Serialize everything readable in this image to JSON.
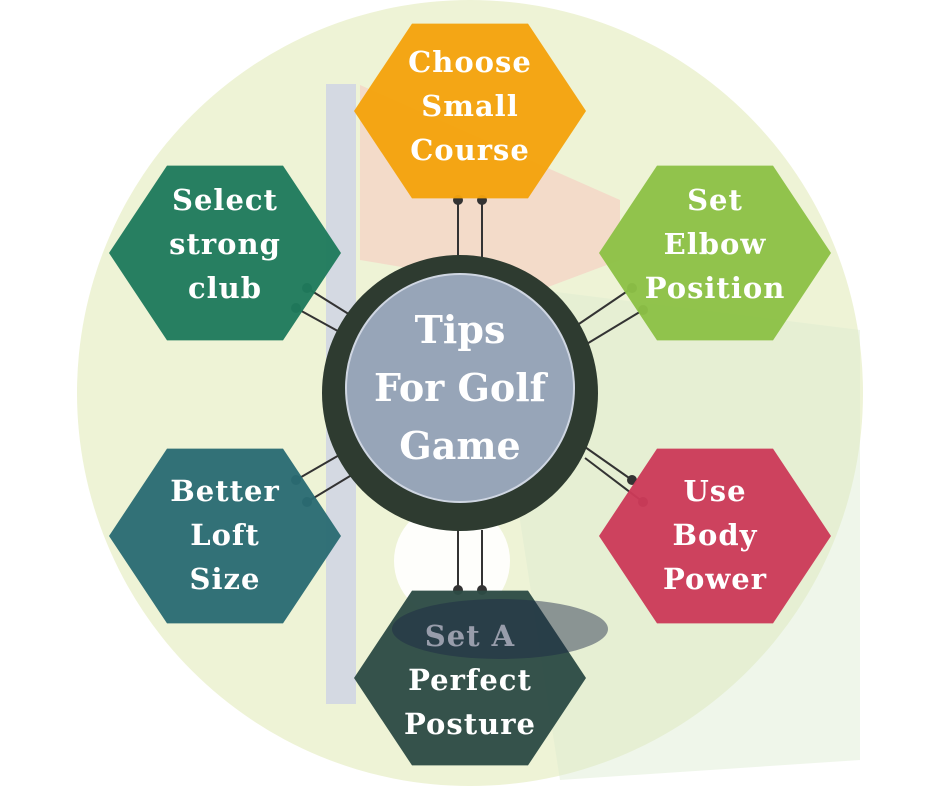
{
  "center": {
    "lines": [
      "Tips",
      "For Golf",
      "Game"
    ],
    "color": "#97a5b8"
  },
  "tips": [
    {
      "id": "choose-small-course",
      "lines": [
        "Choose",
        "Small",
        "Course"
      ],
      "color": "#f4a20c"
    },
    {
      "id": "set-elbow-position",
      "lines": [
        "Set",
        "Elbow",
        "Position"
      ],
      "color": "#8cc146"
    },
    {
      "id": "use-body-power",
      "lines": [
        "Use",
        "Body",
        "Power"
      ],
      "color": "#cc3a58"
    },
    {
      "id": "set-a-perfect-posture",
      "lines": [
        "Set A",
        "Perfect",
        "Posture"
      ],
      "color": "#2d4b45"
    },
    {
      "id": "better-loft-size",
      "lines": [
        "Better",
        "Loft",
        "Size"
      ],
      "color": "#2a6b73"
    },
    {
      "id": "select-strong-club",
      "lines": [
        "Select",
        "strong",
        "club"
      ],
      "color": "#1e7a5c"
    }
  ],
  "colors": {
    "background_circle": "#eef3d6",
    "center_ring": "#2e3b30",
    "connector": "#333333"
  }
}
